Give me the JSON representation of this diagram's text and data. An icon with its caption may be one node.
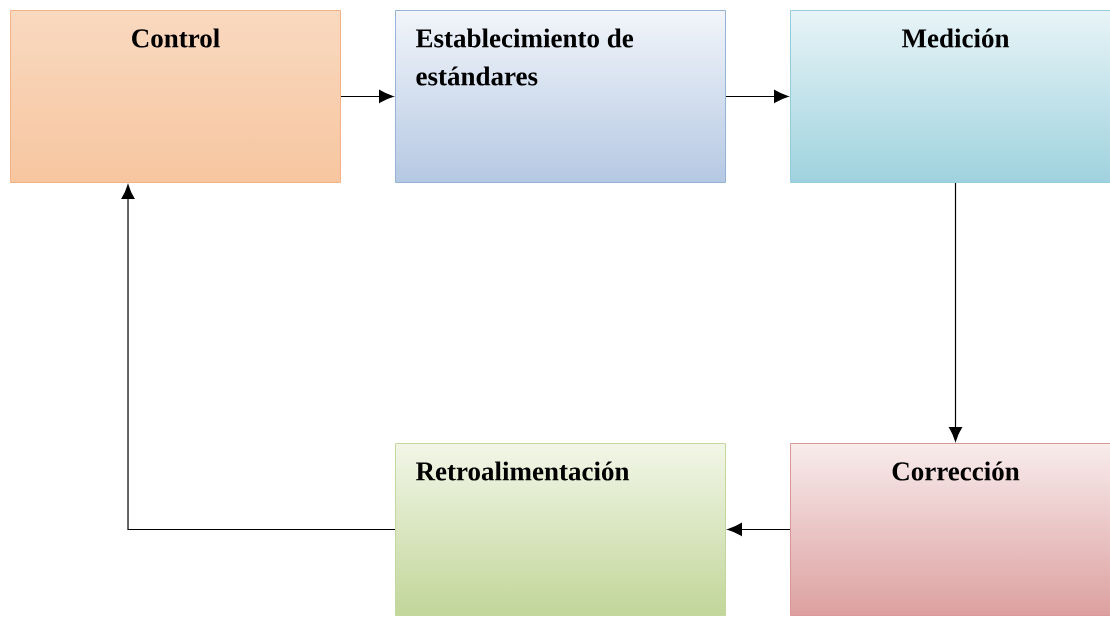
{
  "diagram": {
    "nodes": [
      {
        "text": [
          "Control"
        ]
      },
      {
        "text": [
          "Establecimiento de estándares"
        ]
      },
      {
        "text": [
          "Medición"
        ]
      },
      {
        "text": [
          "Retroalimentación"
        ]
      },
      {
        "text": [
          "Corrección"
        ]
      }
    ],
    "edges": [
      {
        "from": 0,
        "to": 1,
        "arrow": "to"
      },
      {
        "from": 1,
        "to": 2,
        "arrow": "to"
      },
      {
        "from": 2,
        "to": 4,
        "arrow": "to"
      },
      {
        "from": 4,
        "to": 3,
        "arrow": "to"
      },
      {
        "from": 3,
        "to": 0,
        "arrow": "to"
      }
    ]
  }
}
